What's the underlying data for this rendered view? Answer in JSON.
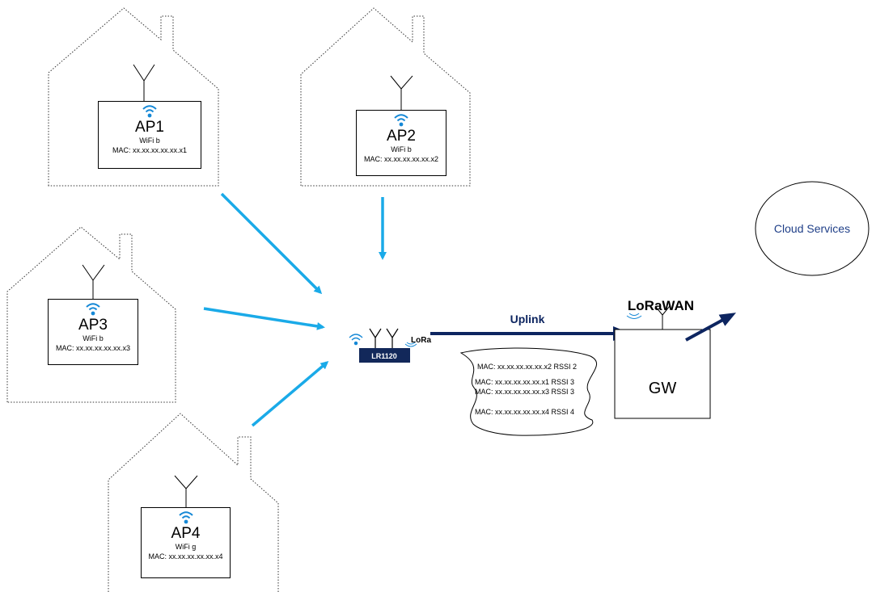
{
  "access_points": [
    {
      "name": "AP1",
      "band": "WiFi b",
      "mac": "MAC: xx.xx.xx.xx.xx.x1"
    },
    {
      "name": "AP2",
      "band": "WiFi b",
      "mac": "MAC: xx.xx.xx.xx.xx.x2"
    },
    {
      "name": "AP3",
      "band": "WiFi b",
      "mac": "MAC: xx.xx.xx.xx.xx.x3"
    },
    {
      "name": "AP4",
      "band": "WiFi g",
      "mac": "MAC: xx.xx.xx.xx.xx.x4"
    }
  ],
  "device": {
    "chip_label": "LR1120",
    "lora_label": "LoRa"
  },
  "uplink": {
    "label": "Uplink",
    "scan_results": [
      "MAC: xx.xx.xx.xx.xx.x2 RSSI 2",
      "MAC: xx.xx.xx.xx.xx.x1 RSSI 3",
      "MAC: xx.xx.xx.xx.xx.x3 RSSI 3",
      "MAC: xx.xx.xx.xx.xx.x4 RSSI 4"
    ]
  },
  "gateway": {
    "label": "GW",
    "network_label": "LoRaWAN"
  },
  "cloud": {
    "label": "Cloud Services"
  },
  "colors": {
    "wifi_arrow": "#1aaae8",
    "uplink_arrow": "#0d2560",
    "wifi_icon": "#1588d6",
    "chip_fill": "#12285a",
    "cloud_text": "#1f3f88"
  },
  "icons": [
    "antenna-icon",
    "wifi-icon",
    "lora-icon"
  ]
}
